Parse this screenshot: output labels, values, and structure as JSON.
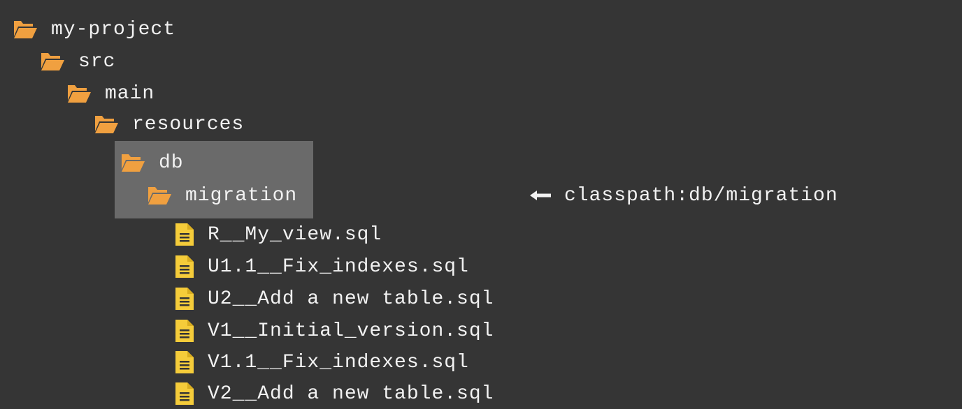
{
  "tree": {
    "folders": [
      {
        "label": "my-project",
        "icon": "folder-open-icon"
      },
      {
        "label": "src",
        "icon": "folder-open-icon"
      },
      {
        "label": "main",
        "icon": "folder-open-icon"
      },
      {
        "label": "resources",
        "icon": "folder-open-icon"
      },
      {
        "label": "db",
        "icon": "folder-open-icon"
      },
      {
        "label": "migration",
        "icon": "folder-open-icon"
      }
    ],
    "files": [
      {
        "label": "R__My_view.sql",
        "icon": "file-text-icon"
      },
      {
        "label": "U1.1__Fix_indexes.sql",
        "icon": "file-text-icon"
      },
      {
        "label": "U2__Add a new table.sql",
        "icon": "file-text-icon"
      },
      {
        "label": "V1__Initial_version.sql",
        "icon": "file-text-icon"
      },
      {
        "label": "V1.1__Fix_indexes.sql",
        "icon": "file-text-icon"
      },
      {
        "label": "V2__Add a new table.sql",
        "icon": "file-text-icon"
      }
    ]
  },
  "annotation": {
    "text": "classpath:db/migration",
    "icon": "arrow-left-icon"
  },
  "colors": {
    "background": "#353535",
    "highlight": "#6a6a6a",
    "folder": "#f0a040",
    "file": "#f5cc3a",
    "text": "#f2f2f2"
  }
}
